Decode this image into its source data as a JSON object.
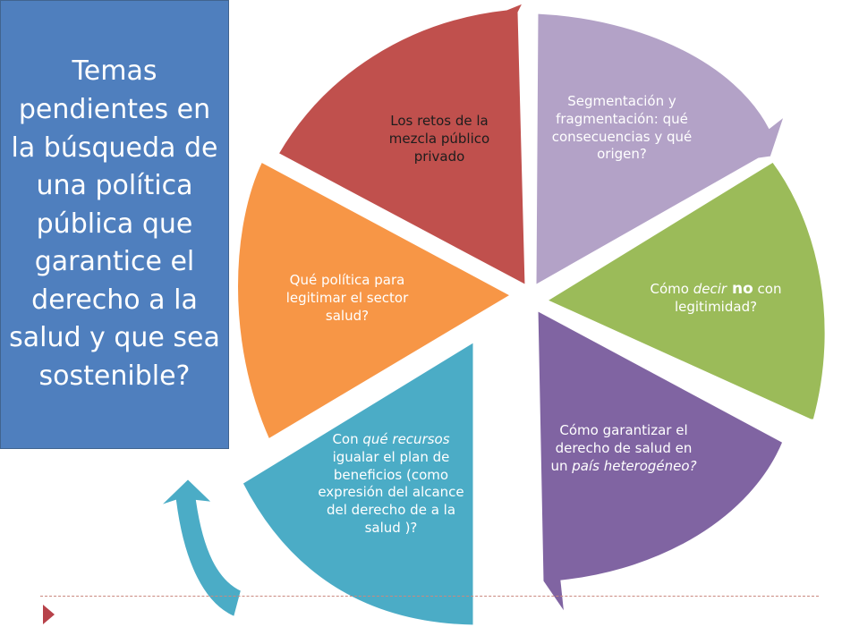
{
  "title": "Temas pendientes en la búsqueda de una política pública que garantice el derecho a la salud y que sea sostenible?",
  "colors": {
    "title_bg": "#4f7fbe",
    "red": "#c0504d",
    "lavender": "#b3a2c7",
    "green": "#9bbb59",
    "purple": "#8064a2",
    "teal": "#4bacc6",
    "orange": "#f79646",
    "divider": "#c9897f"
  },
  "segments": [
    {
      "id": "mezcla",
      "parts": [
        {
          "t": "Los retos de la mezcla público privado"
        }
      ]
    },
    {
      "id": "segmentacion",
      "parts": [
        {
          "t": "Segmentación y fragmentación: qué consecuencias y qué origen?"
        }
      ]
    },
    {
      "id": "decir-no",
      "parts": [
        {
          "t": "Cómo "
        },
        {
          "t": "decir",
          "i": true
        },
        {
          "t": " no",
          "b": true
        },
        {
          "t": " con legitimidad?"
        }
      ]
    },
    {
      "id": "pais-heterogeneo",
      "parts": [
        {
          "t": "Cómo garantizar el derecho de salud en un "
        },
        {
          "t": "país heterogéneo?",
          "i": true
        }
      ]
    },
    {
      "id": "recursos",
      "parts": [
        {
          "t": "Con "
        },
        {
          "t": "qué recursos",
          "i": true
        },
        {
          "t": " igualar el plan de beneficios (como expresión del alcance del derecho de a la salud )?"
        }
      ]
    },
    {
      "id": "legitimar",
      "parts": [
        {
          "t": "Qué política para legitimar el sector salud?"
        }
      ]
    }
  ]
}
